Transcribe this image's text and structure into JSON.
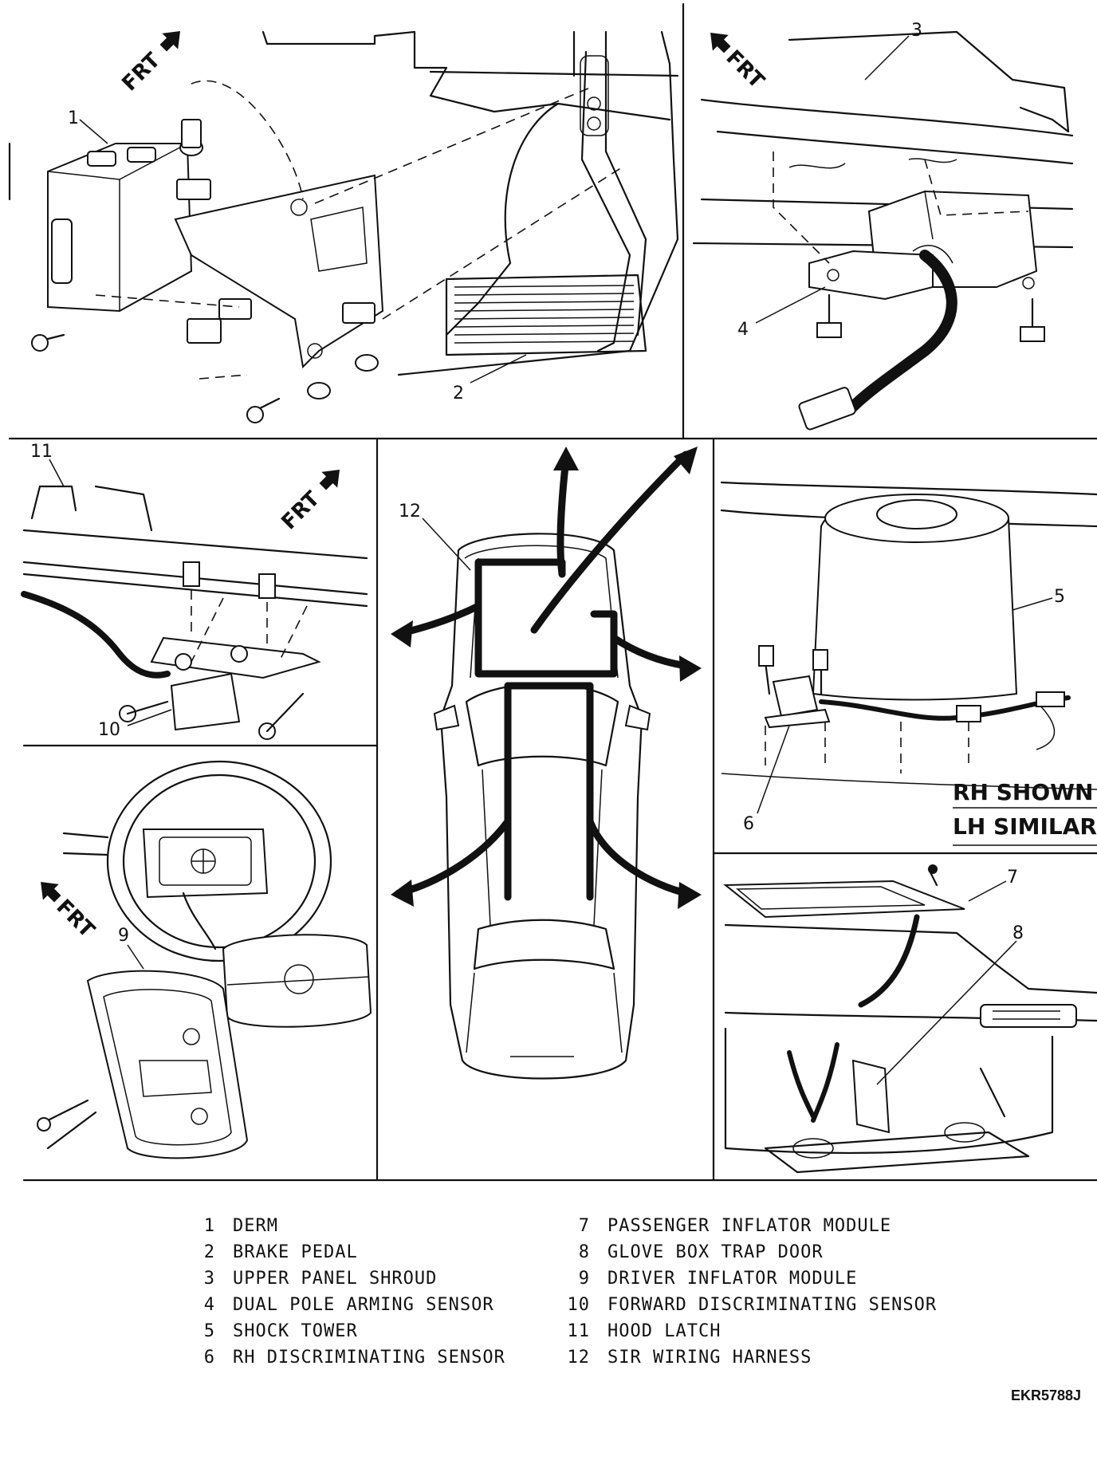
{
  "legend": {
    "items": [
      {
        "num": "1",
        "label": "DERM"
      },
      {
        "num": "2",
        "label": "BRAKE PEDAL"
      },
      {
        "num": "3",
        "label": "UPPER PANEL SHROUD"
      },
      {
        "num": "4",
        "label": "DUAL POLE ARMING SENSOR"
      },
      {
        "num": "5",
        "label": "SHOCK TOWER"
      },
      {
        "num": "6",
        "label": "RH DISCRIMINATING SENSOR"
      },
      {
        "num": "7",
        "label": "PASSENGER INFLATOR MODULE"
      },
      {
        "num": "8",
        "label": "GLOVE BOX TRAP DOOR"
      },
      {
        "num": "9",
        "label": "DRIVER INFLATOR MODULE"
      },
      {
        "num": "10",
        "label": "FORWARD DISCRIMINATING SENSOR"
      },
      {
        "num": "11",
        "label": "HOOD LATCH"
      },
      {
        "num": "12",
        "label": "SIR WIRING HARNESS"
      }
    ]
  },
  "callouts": {
    "c1": "1",
    "c2": "2",
    "c3": "3",
    "c4": "4",
    "c5": "5",
    "c6": "6",
    "c7": "7",
    "c8": "8",
    "c9": "9",
    "c10": "10",
    "c11": "11",
    "c12": "12"
  },
  "frt_label": "FRT",
  "notes": {
    "rh_shown": "RH SHOWN",
    "lh_similar": "LH SIMILAR"
  },
  "figure_id": "EKR5788J"
}
